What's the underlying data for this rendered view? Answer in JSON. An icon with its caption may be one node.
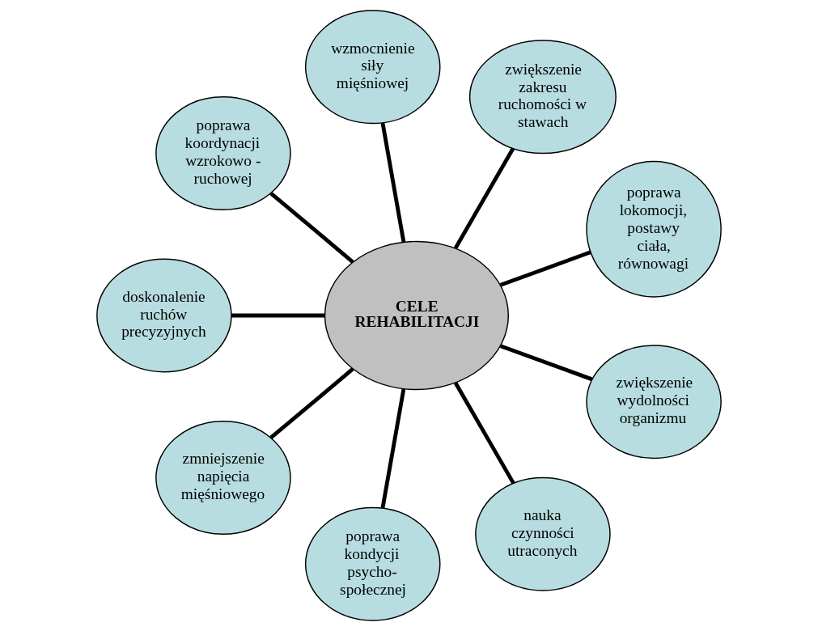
{
  "diagram": {
    "nodes": [
      {
        "text": [
          "CELE REHABILITACJI"
        ]
      },
      {
        "text": [
          "poprawa lokomocji, postawy ciała, równowagi"
        ]
      },
      {
        "text": [
          "zwiększenie zakresu ruchomości w stawach"
        ]
      },
      {
        "text": [
          "wzmocnienie siły mięśniowej"
        ]
      },
      {
        "text": [
          "poprawa koordynacji wzrokowo - ruchowej"
        ]
      },
      {
        "text": [
          "doskonalenie ruchów precyzyjnych"
        ]
      },
      {
        "text": [
          "zmniejszenie napięcia mięśniowego"
        ]
      },
      {
        "text": [
          "poprawa kondycji psycho- społecznej"
        ]
      },
      {
        "text": [
          "nauka czynności utraconych"
        ]
      },
      {
        "text": [
          "zwiększenie wydolności organizmu"
        ]
      }
    ],
    "edges": [
      {
        "from": 0,
        "to": 1,
        "arrow": "none"
      },
      {
        "from": 0,
        "to": 2,
        "arrow": "none"
      },
      {
        "from": 0,
        "to": 3,
        "arrow": "none"
      },
      {
        "from": 0,
        "to": 4,
        "arrow": "none"
      },
      {
        "from": 0,
        "to": 5,
        "arrow": "none"
      },
      {
        "from": 0,
        "to": 6,
        "arrow": "none"
      },
      {
        "from": 0,
        "to": 7,
        "arrow": "none"
      },
      {
        "from": 0,
        "to": 8,
        "arrow": "none"
      },
      {
        "from": 0,
        "to": 9,
        "arrow": "none"
      }
    ]
  }
}
